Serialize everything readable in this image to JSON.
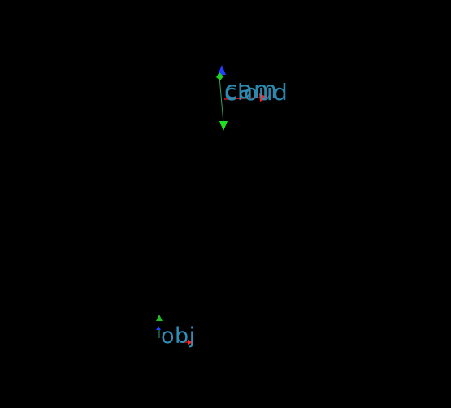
{
  "viewer": {
    "background_color": "#000000",
    "label_color": "#2f8fb6",
    "axis_colors": {
      "x": "#ff2020",
      "y": "#20e020",
      "z": "#2040ff"
    },
    "link_color": "#2fa06a"
  },
  "frames": [
    {
      "name": "cam",
      "label": "cam"
    },
    {
      "name": "cloud",
      "label": "cloud"
    },
    {
      "name": "obj",
      "label": "obj"
    }
  ]
}
